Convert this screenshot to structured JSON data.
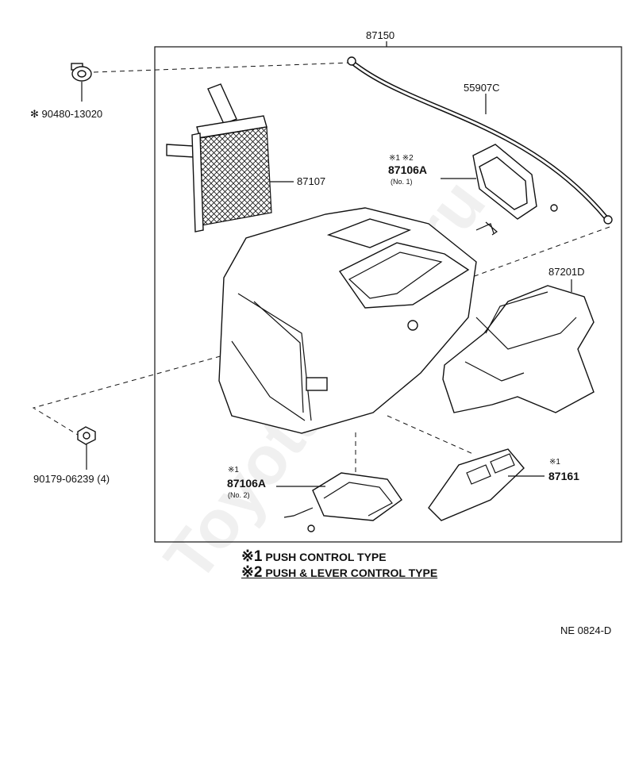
{
  "watermark": "Toyota-Club.ru",
  "labels": {
    "assembly": "87150",
    "cable": "55907C",
    "clip_top": "90480-13020",
    "clip_top_mark": "✻",
    "radiator": "87107",
    "servo1_marks": "※1  ※2",
    "servo1": "87106A",
    "servo1_sub": "(No. 1)",
    "duct": "87201D",
    "servo2_mark": "※1",
    "servo2": "87106A",
    "servo2_sub": "(No. 2)",
    "amp_mark": "※1",
    "amp": "87161",
    "clip_bottom": "90179-06239 (4)",
    "code": "NE 0824-D"
  },
  "legend": [
    {
      "symbol": "※1",
      "text": "PUSH CONTROL TYPE"
    },
    {
      "symbol": "※2",
      "text": "PUSH & LEVER CONTROL TYPE"
    }
  ],
  "icons": [
    "clip-icon",
    "radiator-icon",
    "cable-icon",
    "servo-motor-icon",
    "heater-case-icon",
    "air-duct-icon",
    "amplifier-icon",
    "screw-icon"
  ]
}
